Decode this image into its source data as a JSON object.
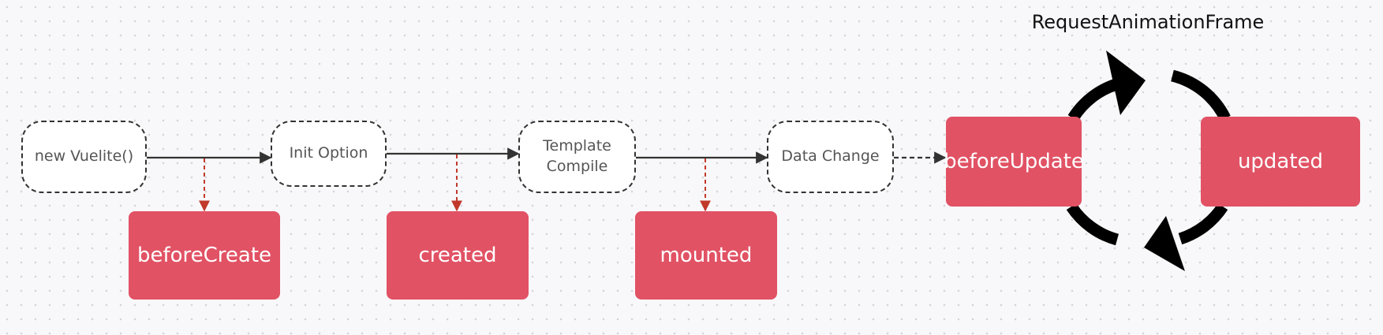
{
  "steps": {
    "new_vuelite": "new Vuelite()",
    "init_option": "Init Option",
    "template_compile_line1": "Template",
    "template_compile_line2": "Compile",
    "data_change": "Data Change"
  },
  "hooks": {
    "before_create": "beforeCreate",
    "created": "created",
    "mounted": "mounted",
    "before_update": "beforeUpdate",
    "updated": "updated"
  },
  "loop": {
    "title": "RequestAnimationFrame"
  },
  "colors": {
    "hook_fill": "#e05264",
    "hook_connector": "#c0392b",
    "flow_line": "#333333",
    "cycle_arrow": "#000000"
  }
}
